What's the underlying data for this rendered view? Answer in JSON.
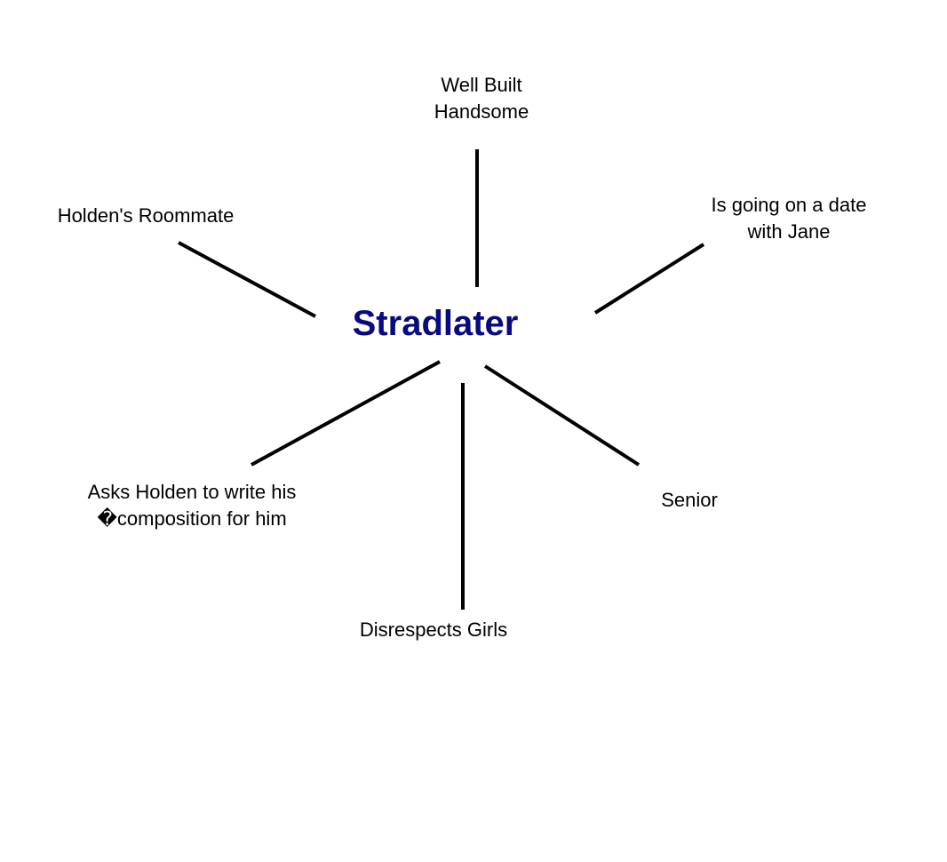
{
  "diagram": {
    "center": {
      "label": "Stradlater",
      "color": "#0a0a80"
    },
    "nodes": [
      {
        "id": "physique",
        "lines": [
          "Well Built",
          "Handsome"
        ]
      },
      {
        "id": "roommate",
        "lines": [
          "Holden's Roommate"
        ]
      },
      {
        "id": "date",
        "lines": [
          "Is going on a date",
          "with Jane"
        ]
      },
      {
        "id": "composition",
        "lines": [
          "Asks Holden to write his",
          "�composition for him"
        ]
      },
      {
        "id": "senior",
        "lines": [
          "Senior"
        ]
      },
      {
        "id": "girls",
        "lines": [
          "Disrespects Girls"
        ]
      }
    ],
    "line_color": "#000000"
  }
}
